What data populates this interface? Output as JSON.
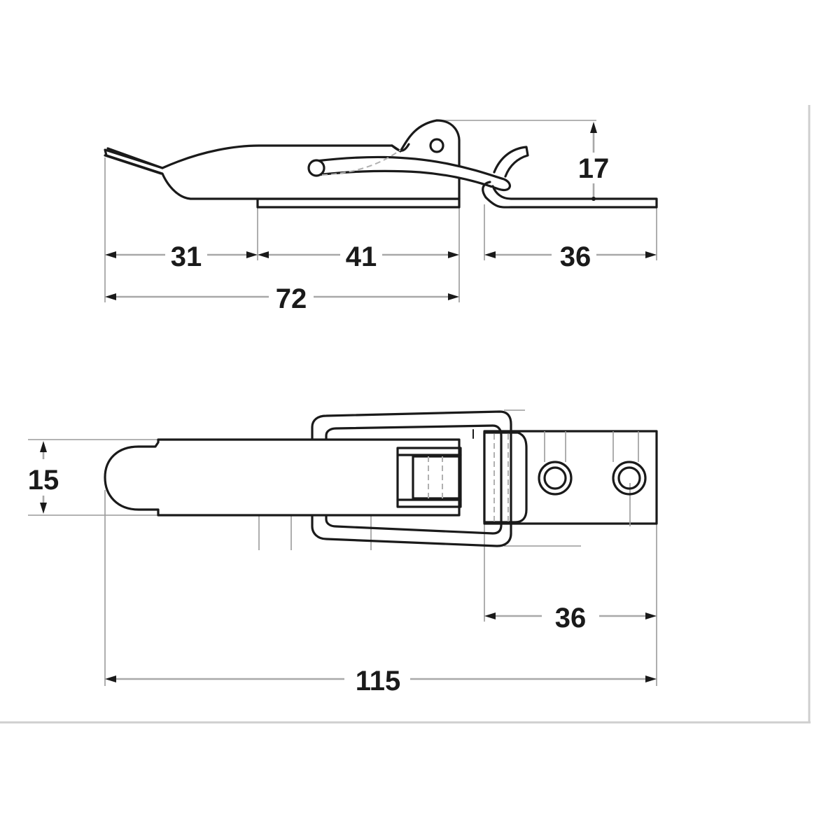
{
  "drawing": {
    "subject": "toggle latch technical drawing",
    "side_view": {
      "dimensions": {
        "lever_tail": "31",
        "base_plate": "41",
        "overall_body": "72",
        "catch_plate": "36",
        "height": "17"
      }
    },
    "top_view": {
      "dimensions": {
        "width": "15",
        "catch_plate": "36",
        "overall_length": "115"
      }
    },
    "colors": {
      "line": "#1a1a1a",
      "dimension_line": "#a8a8a8",
      "frame": "#cfcfcf",
      "background": "#ffffff"
    }
  }
}
